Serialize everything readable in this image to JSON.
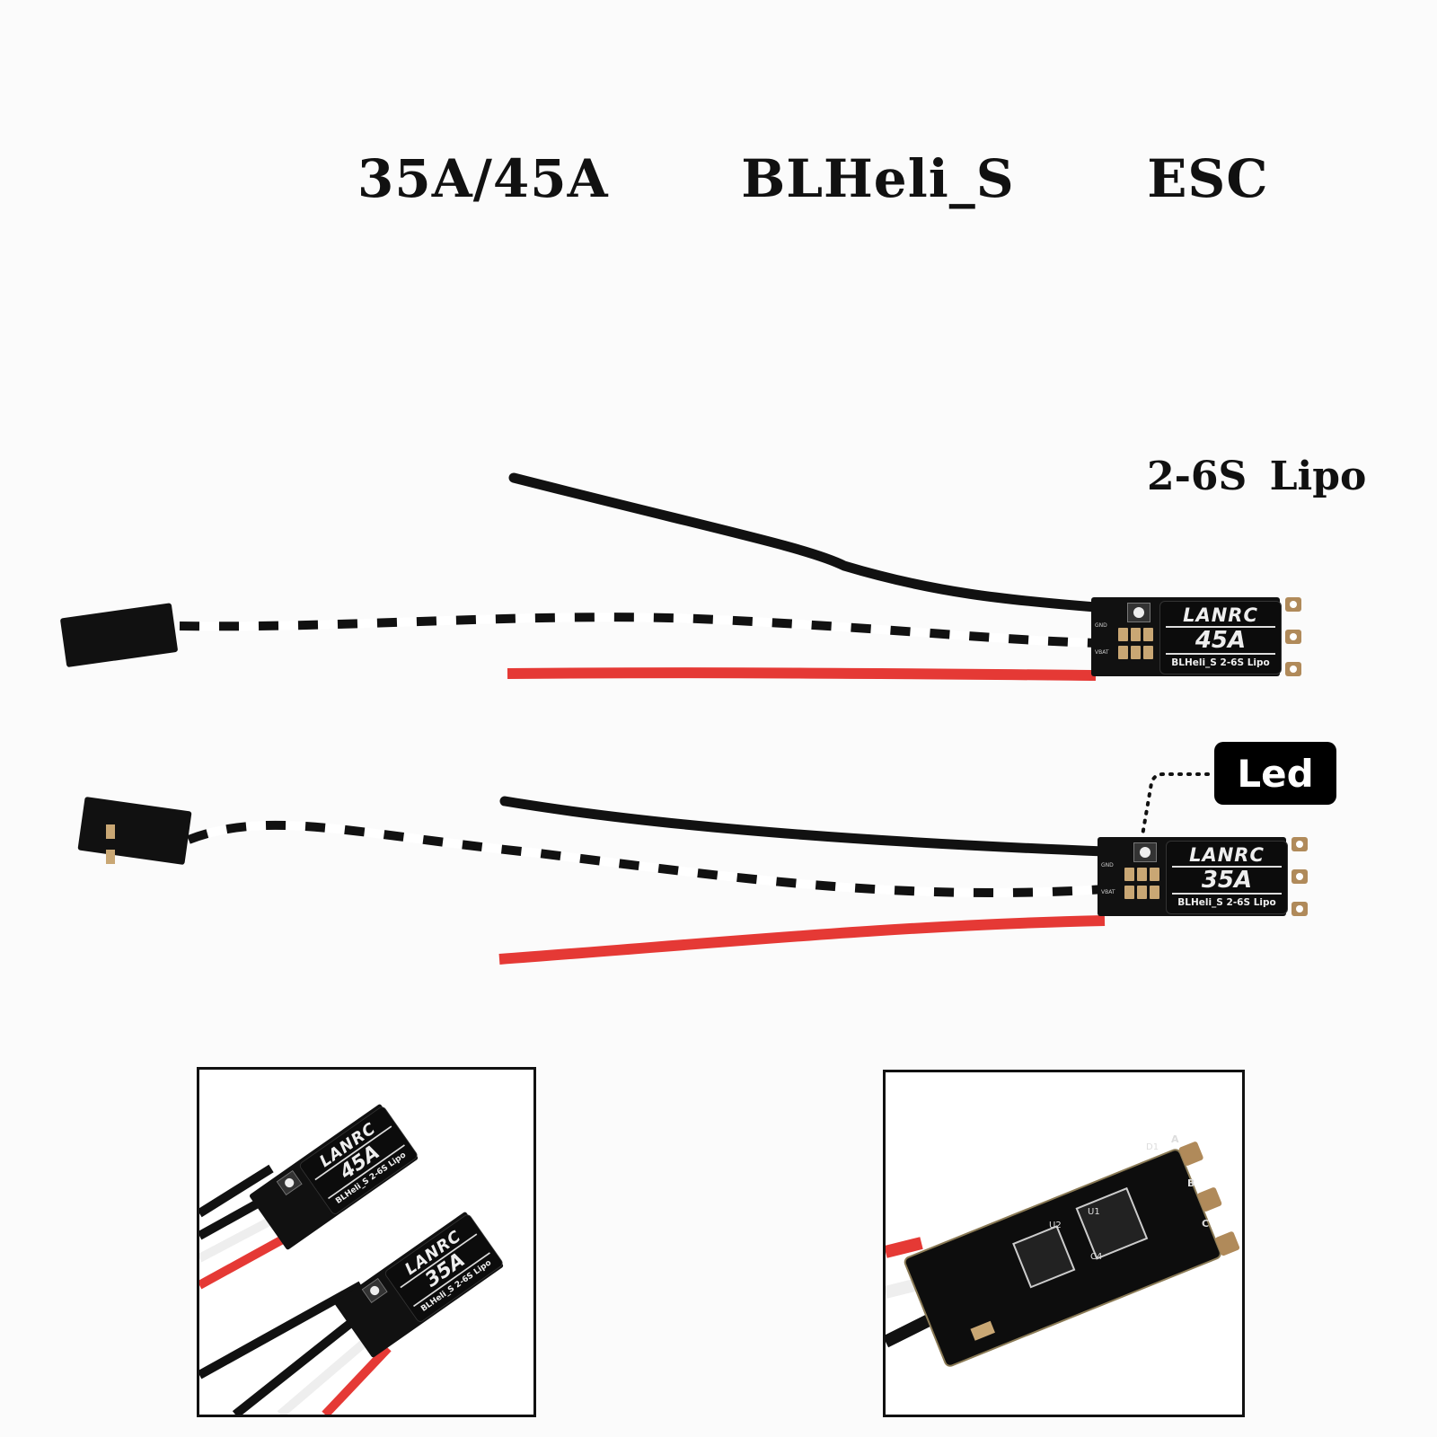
{
  "title": "35A/45A   BLHeli_S   ESC",
  "voltage_label": "2-6S  Lipo",
  "led_callout": "Led",
  "esc_top": {
    "brand": "LANRC",
    "rating": "45A",
    "subtitle": "BLHeli_S 2-6S Lipo",
    "pin_gnd": "GND",
    "pin_vbat": "VBAT"
  },
  "esc_bottom": {
    "brand": "LANRC",
    "rating": "35A",
    "subtitle": "BLHeli_S 2-6S Lipo",
    "pin_gnd": "GND",
    "pin_vbat": "VBAT"
  },
  "inset_left": {
    "esc_a": {
      "brand": "LANRC",
      "rating": "45A",
      "subtitle": "BLHeli_S 2-6S Lipo"
    },
    "esc_b": {
      "brand": "LANRC",
      "rating": "35A",
      "subtitle": "BLHeli_S 2-6S Lipo"
    }
  },
  "inset_right": {
    "silkscreen": [
      "U2",
      "U1",
      "C4",
      "D1",
      "A",
      "B",
      "C"
    ]
  },
  "colors": {
    "wire_red": "#e53935",
    "wire_black": "#111111",
    "pcb": "#111111",
    "pad": "#c9a774"
  }
}
